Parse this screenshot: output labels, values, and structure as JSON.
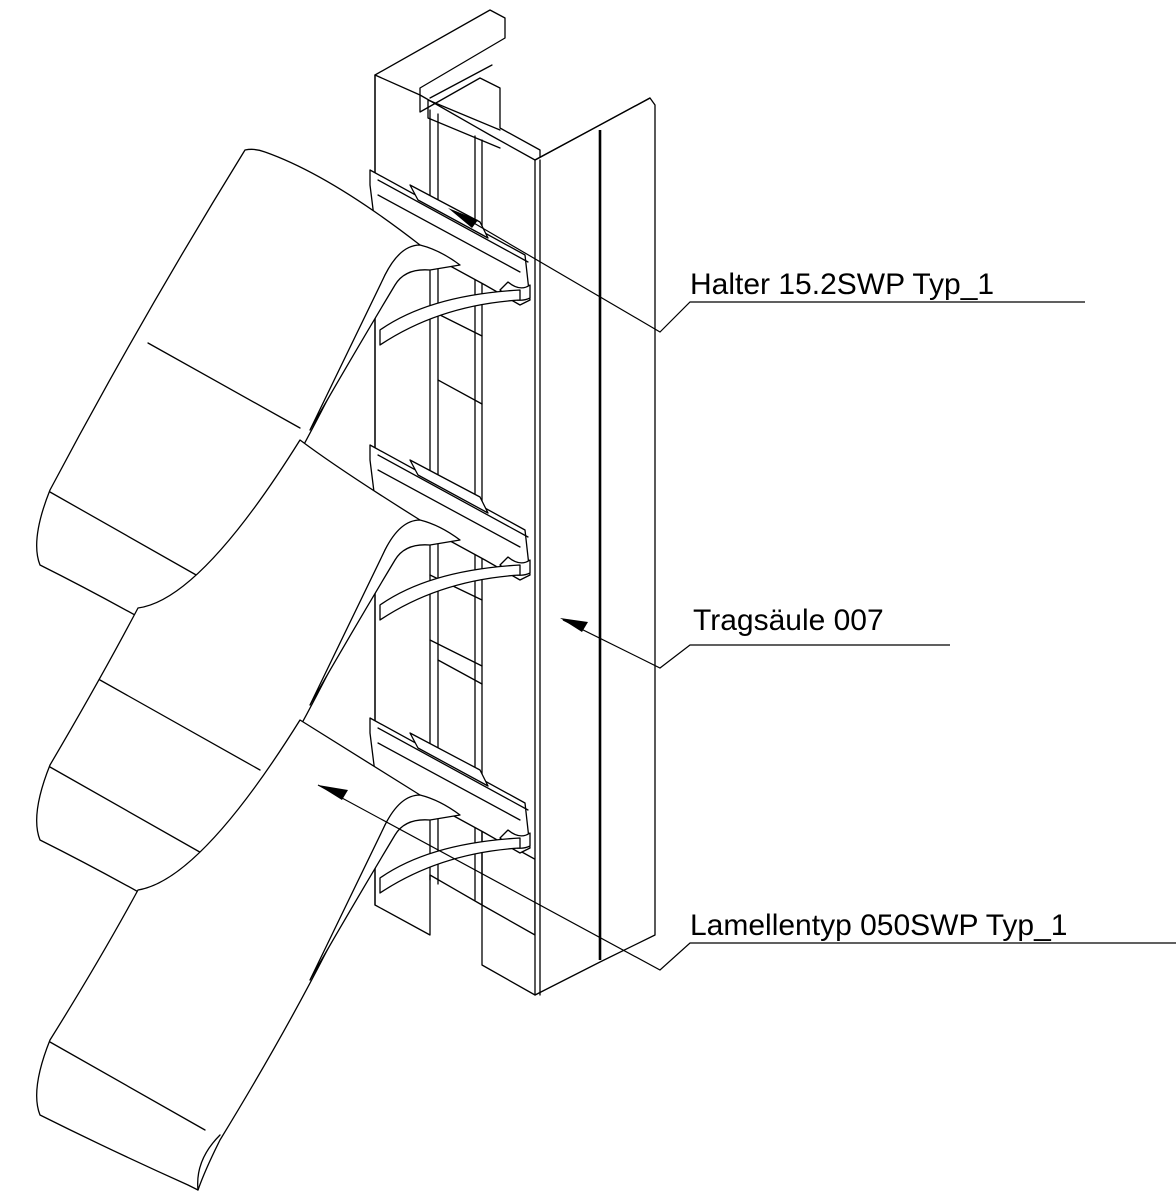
{
  "labels": {
    "halter": "Halter 15.2SWP Typ_1",
    "tragsaeule": "Tragsäule 007",
    "lamelle": "Lamellentyp 050SWP Typ_1"
  }
}
